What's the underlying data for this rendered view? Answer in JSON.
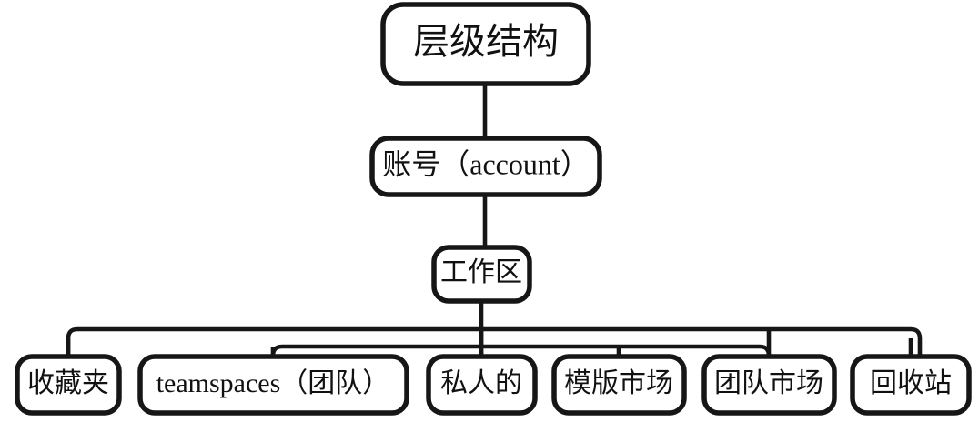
{
  "diagram": {
    "title": "层级结构",
    "type": "hierarchy-tree",
    "background_color": "#ffffff",
    "stroke_color": "#161616",
    "text_color": "#111111",
    "levels": [
      {
        "level": 0,
        "nodes": [
          {
            "id": "root",
            "label": "层级结构"
          }
        ]
      },
      {
        "level": 1,
        "nodes": [
          {
            "id": "account",
            "label": "账号（account）"
          }
        ]
      },
      {
        "level": 2,
        "nodes": [
          {
            "id": "workspace",
            "label": "工作区"
          }
        ]
      },
      {
        "level": 3,
        "nodes": [
          {
            "id": "favorites",
            "label": "收藏夹"
          },
          {
            "id": "teamspaces",
            "label": "teamspaces（团队）"
          },
          {
            "id": "private",
            "label": "私人的"
          },
          {
            "id": "template-market",
            "label": "模版市场"
          },
          {
            "id": "team-market",
            "label": "团队市场"
          },
          {
            "id": "recycle-bin",
            "label": "回收站"
          }
        ]
      }
    ]
  }
}
